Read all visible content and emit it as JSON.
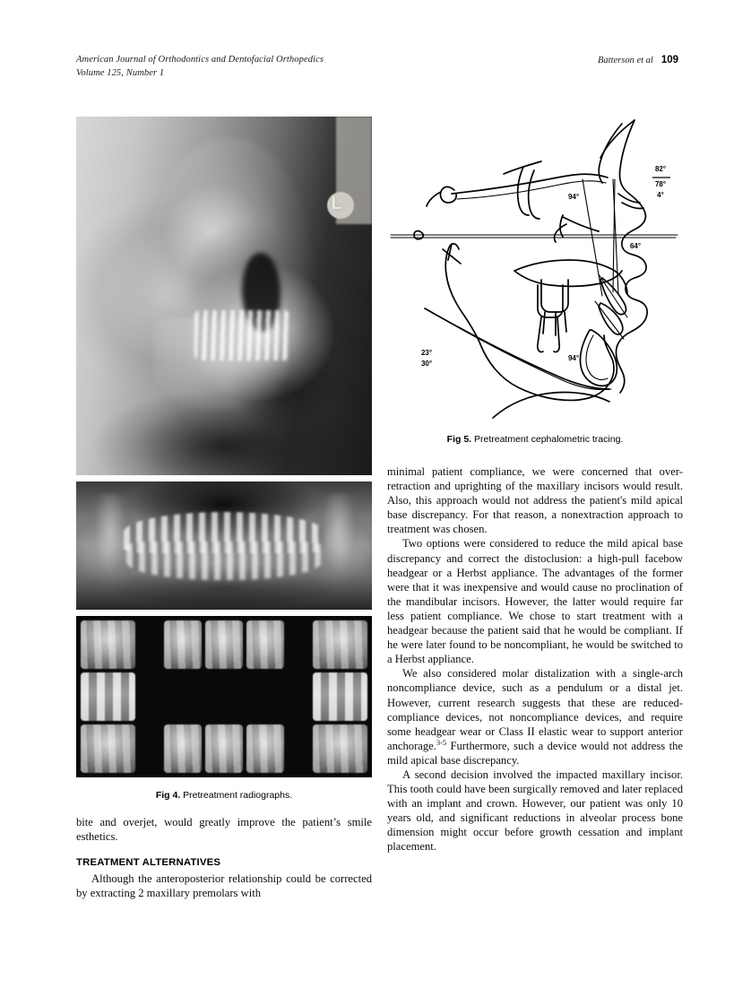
{
  "running_head": {
    "journal_line1": "American Journal of Orthodontics and Dentofacial Orthopedics",
    "journal_line2": "Volume 125, Number 1",
    "authors": "Batterson et al",
    "page_number": "109"
  },
  "left_column": {
    "figure4": {
      "number": "Fig 4.",
      "caption": "Pretreatment radiographs.",
      "images": {
        "lateral_ceph": "lateral-cephalometric-radiograph",
        "lateral_ceph_marker": "L",
        "panoramic": "panoramic-radiograph",
        "periapical": "full-mouth-periapical-series"
      }
    },
    "paragraph_1": "bite and overjet, would greatly improve the patient’s smile esthetics.",
    "section_heading": "TREATMENT ALTERNATIVES",
    "paragraph_2": "Although the anteroposterior relationship could be corrected by extracting 2 maxillary premolars with"
  },
  "right_column": {
    "figure5": {
      "number": "Fig 5.",
      "caption": "Pretreatment cephalometric tracing.",
      "angle_labels": {
        "sna": "82°",
        "snb": "78°",
        "anb": "4°",
        "upper_incisor_sn": "94°",
        "nasolabial_or_occlusal": "64°",
        "lower_incisor_mandibular_plane": "94°",
        "sn_mandibular_plane": "23°",
        "facial_axis_or_fma": "30°"
      }
    },
    "paragraph_1": "minimal patient compliance, we were concerned that over-retraction and uprighting of the maxillary incisors would result. Also, this approach would not address the patient's mild apical base discrepancy. For that reason, a nonextraction approach to treatment was chosen.",
    "paragraph_2": "Two options were considered to reduce the mild apical base discrepancy and correct the distoclusion: a high-pull facebow headgear or a Herbst appliance. The advantages of the former were that it was inexpensive and would cause no proclination of the mandibular incisors. However, the latter would require far less patient compliance. We chose to start treatment with a headgear because the patient said that he would be compliant. If he were later found to be noncompliant, he would be switched to a Herbst appliance.",
    "paragraph_3_part1": "We also considered molar distalization with a single-arch noncompliance device, such as a pendulum or a distal jet. However, current research suggests that these are reduced-compliance devices, not noncompliance devices, and require some headgear wear or Class II elastic wear to support anterior anchorage.",
    "paragraph_3_ref": "3-5",
    "paragraph_3_part2": " Furthermore, such a device would not address the mild apical base discrepancy.",
    "paragraph_4": "A second decision involved the impacted maxillary incisor. This tooth could have been surgically removed and later replaced with an implant and crown. However, our patient was only 10 years old, and significant reductions in alveolar process bone dimension might occur before growth cessation and implant placement."
  }
}
